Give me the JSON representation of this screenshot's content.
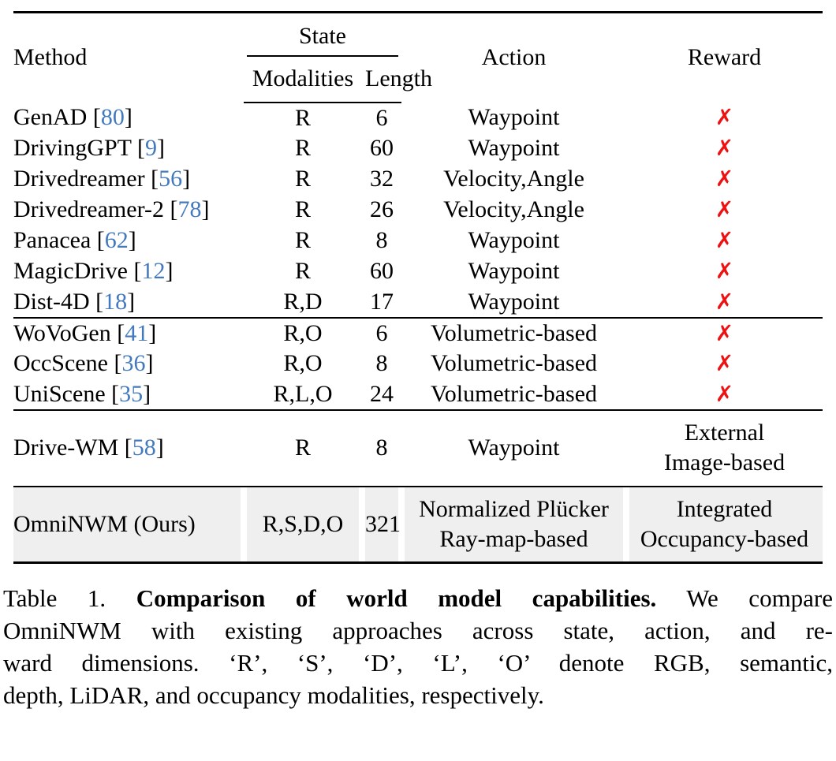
{
  "table": {
    "headers": {
      "method": "Method",
      "state_group": "State",
      "modalities": "Modalities",
      "length": "Length",
      "action": "Action",
      "reward": "Reward"
    },
    "citation_brackets": {
      "open": "[",
      "close": "]"
    },
    "cross_symbol": "✗",
    "colors": {
      "citation_blue": "#4379bd",
      "cross_red": "#ee1111",
      "highlight_gray": "#efefef"
    },
    "rows": [
      {
        "method": "GenAD",
        "ref": "80",
        "modalities": "R",
        "length": "6",
        "action": [
          "Waypoint"
        ],
        "reward": {
          "cross": true
        },
        "group_start": false,
        "highlight": false
      },
      {
        "method": "DrivingGPT",
        "ref": "9",
        "modalities": "R",
        "length": "60",
        "action": [
          "Waypoint"
        ],
        "reward": {
          "cross": true
        },
        "group_start": false,
        "highlight": false
      },
      {
        "method": "Drivedreamer",
        "ref": "56",
        "modalities": "R",
        "length": "32",
        "action": [
          "Velocity,Angle"
        ],
        "reward": {
          "cross": true
        },
        "group_start": false,
        "highlight": false
      },
      {
        "method": "Drivedreamer-2",
        "ref": "78",
        "modalities": "R",
        "length": "26",
        "action": [
          "Velocity,Angle"
        ],
        "reward": {
          "cross": true
        },
        "group_start": false,
        "highlight": false
      },
      {
        "method": "Panacea",
        "ref": "62",
        "modalities": "R",
        "length": "8",
        "action": [
          "Waypoint"
        ],
        "reward": {
          "cross": true
        },
        "group_start": false,
        "highlight": false
      },
      {
        "method": "MagicDrive",
        "ref": "12",
        "modalities": "R",
        "length": "60",
        "action": [
          "Waypoint"
        ],
        "reward": {
          "cross": true
        },
        "group_start": false,
        "highlight": false
      },
      {
        "method": "Dist-4D",
        "ref": "18",
        "modalities": "R,D",
        "length": "17",
        "action": [
          "Waypoint"
        ],
        "reward": {
          "cross": true
        },
        "group_start": false,
        "highlight": false
      },
      {
        "method": "WoVoGen",
        "ref": "41",
        "modalities": "R,O",
        "length": "6",
        "action": [
          "Volumetric-based"
        ],
        "reward": {
          "cross": true
        },
        "group_start": true,
        "highlight": false
      },
      {
        "method": "OccScene",
        "ref": "36",
        "modalities": "R,O",
        "length": "8",
        "action": [
          "Volumetric-based"
        ],
        "reward": {
          "cross": true
        },
        "group_start": false,
        "highlight": false
      },
      {
        "method": "UniScene",
        "ref": "35",
        "modalities": "R,L,O",
        "length": "24",
        "action": [
          "Volumetric-based"
        ],
        "reward": {
          "cross": true
        },
        "group_start": false,
        "highlight": false
      },
      {
        "method": "Drive-WM",
        "ref": "58",
        "modalities": "R",
        "length": "8",
        "action": [
          "Waypoint"
        ],
        "reward": {
          "lines": [
            "External",
            "Image-based"
          ]
        },
        "group_start": true,
        "highlight": false
      },
      {
        "method": "OmniNWM (Ours)",
        "ref": null,
        "modalities": "R,S,D,O",
        "length": "321",
        "action": [
          "Normalized Plücker",
          "Ray-map-based"
        ],
        "reward": {
          "lines": [
            "Integrated",
            "Occupancy-based"
          ]
        },
        "group_start": true,
        "highlight": true
      }
    ]
  },
  "caption": {
    "line1_label": "Table 1.",
    "line1_bold": "Comparison of world model capabilities.",
    "line1_rest": "We compare",
    "line2": "OmniNWM with existing approaches across state, action, and re-",
    "line3": "ward dimensions. ‘R’, ‘S’, ‘D’, ‘L’, ‘O’ denote RGB, semantic,",
    "line4": "depth, LiDAR, and occupancy modalities, respectively."
  }
}
